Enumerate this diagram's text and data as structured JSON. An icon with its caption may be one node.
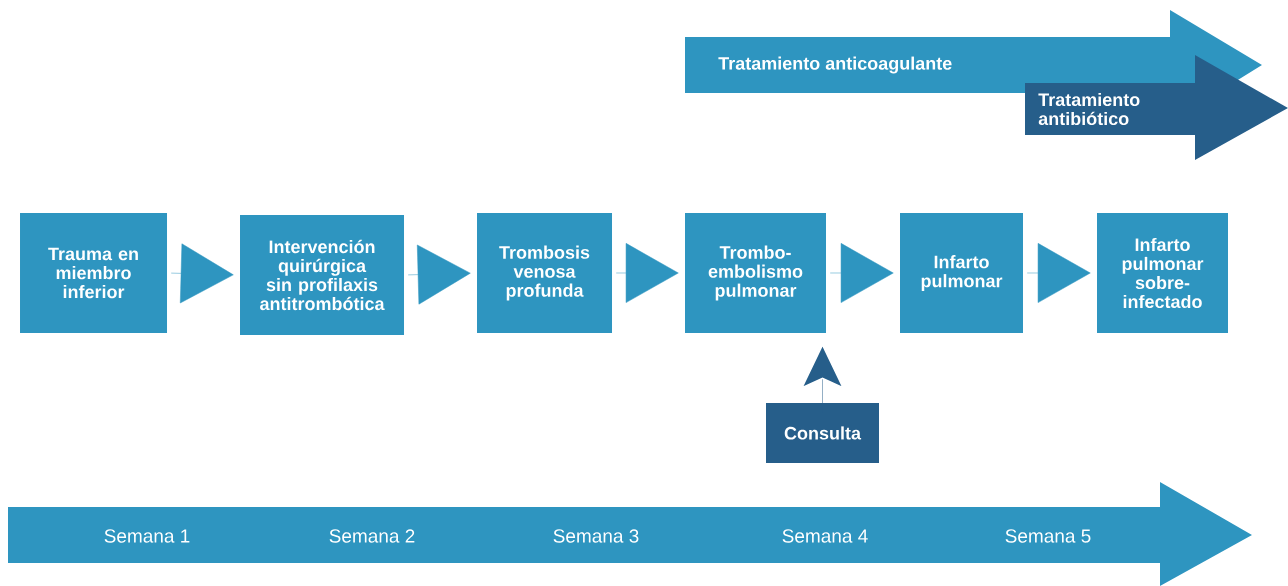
{
  "diagram": {
    "nodes": [
      {
        "text": [
          "Tratamiento anticoagulante"
        ]
      },
      {
        "text": [
          "Tratamiento antibiótico"
        ]
      },
      {
        "text": [
          "Trauma en miembro inferior"
        ]
      },
      {
        "text": [
          "Intervención quirúrgica sin profilaxis antitrombótica"
        ]
      },
      {
        "text": [
          "Trombosis venosa profunda"
        ]
      },
      {
        "text": [
          "Trombo-embolismo pulmonar"
        ]
      },
      {
        "text": [
          "Infarto pulmonar"
        ]
      },
      {
        "text": [
          "Infarto pulmonar sobre-infectado"
        ]
      },
      {
        "text": [
          "Consulta"
        ]
      }
    ],
    "edges": [
      {
        "from": 2,
        "to": 3,
        "arrow": "to"
      },
      {
        "from": 3,
        "to": 4,
        "arrow": "to"
      },
      {
        "from": 4,
        "to": 5,
        "arrow": "to"
      },
      {
        "from": 5,
        "to": 6,
        "arrow": "to"
      },
      {
        "from": 6,
        "to": 7,
        "arrow": "to"
      },
      {
        "from": 8,
        "to": 5,
        "arrow": "to",
        "color": "#265e8a"
      }
    ],
    "labels": [
      "Semana 1",
      "Semana 2",
      "Semana 3",
      "Semana 4",
      "Semana 5"
    ]
  }
}
